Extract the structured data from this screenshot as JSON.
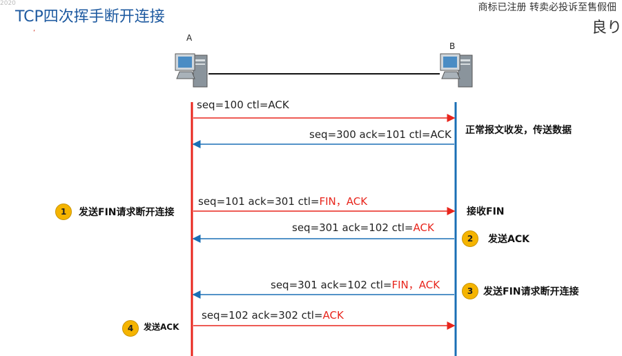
{
  "title": "TCP四次挥手断开连接",
  "corner_top_left": "2020",
  "corner_top_right": "商标已注册  转卖必投诉至售假佃",
  "corner_top_right_2": "良り",
  "host_a": "A",
  "host_b": "B",
  "messages": [
    {
      "text": "seq=100 ctl=ACK",
      "highlight": ""
    },
    {
      "text": "seq=300 ack=101 ctl=ACK",
      "highlight": ""
    },
    {
      "text": "seq=101   ack=301 ctl=",
      "highlight": "FIN，ACK"
    },
    {
      "text": "seq=301  ack=102   ctl=",
      "highlight": "ACK"
    },
    {
      "text": "seq=301  ack=102   ctl=",
      "highlight": "FIN，ACK"
    },
    {
      "text": "seq=102   ack=302   ctl=",
      "highlight": "ACK"
    }
  ],
  "notes": {
    "normal": "正常报文收发，传送数据",
    "a_send_fin": "发送FIN请求断开连接",
    "b_recv_fin": "接收FIN",
    "b_send_ack": "发送ACK",
    "b_send_fin": "发送FIN请求断开连接",
    "a_send_ack": "发送ACK"
  },
  "badges": [
    "1",
    "2",
    "3",
    "4"
  ],
  "icons": {
    "host_a": "computer-icon",
    "host_b": "computer-icon"
  },
  "colors": {
    "title": "#1e5aa0",
    "a_line": "#e8251c",
    "b_line": "#1a6fb5",
    "highlight": "#e8251c",
    "badge": "#f5b400"
  }
}
